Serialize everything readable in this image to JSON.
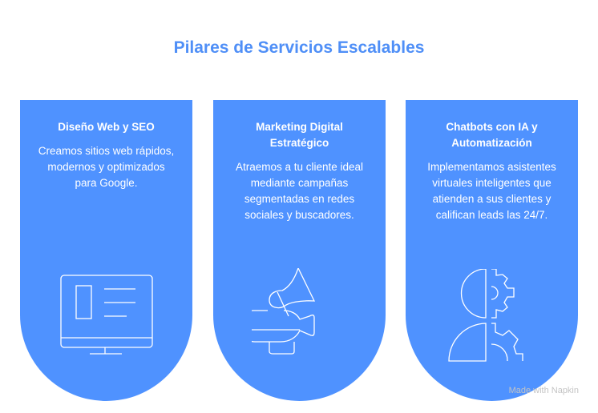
{
  "title": "Pilares de Servicios Escalables",
  "cards": [
    {
      "heading": "Diseño Web y SEO",
      "body": "Creamos sitios web rápidos, modernos y optimizados para Google.",
      "icon": "monitor-icon"
    },
    {
      "heading": "Marketing Digital Estratégico",
      "body": "Atraemos a tu cliente ideal mediante campañas segmentadas en redes sociales y buscadores.",
      "icon": "megaphone-icon"
    },
    {
      "heading": "Chatbots con IA y Automatización",
      "body": "Implementamos asistentes virtuales inteligentes que atienden a sus clientes y califican leads las 24/7.",
      "icon": "head-gears-icon"
    }
  ],
  "colors": {
    "card": "#4f92ff",
    "title": "#4f8ff7"
  },
  "watermark": "Made with Napkin"
}
